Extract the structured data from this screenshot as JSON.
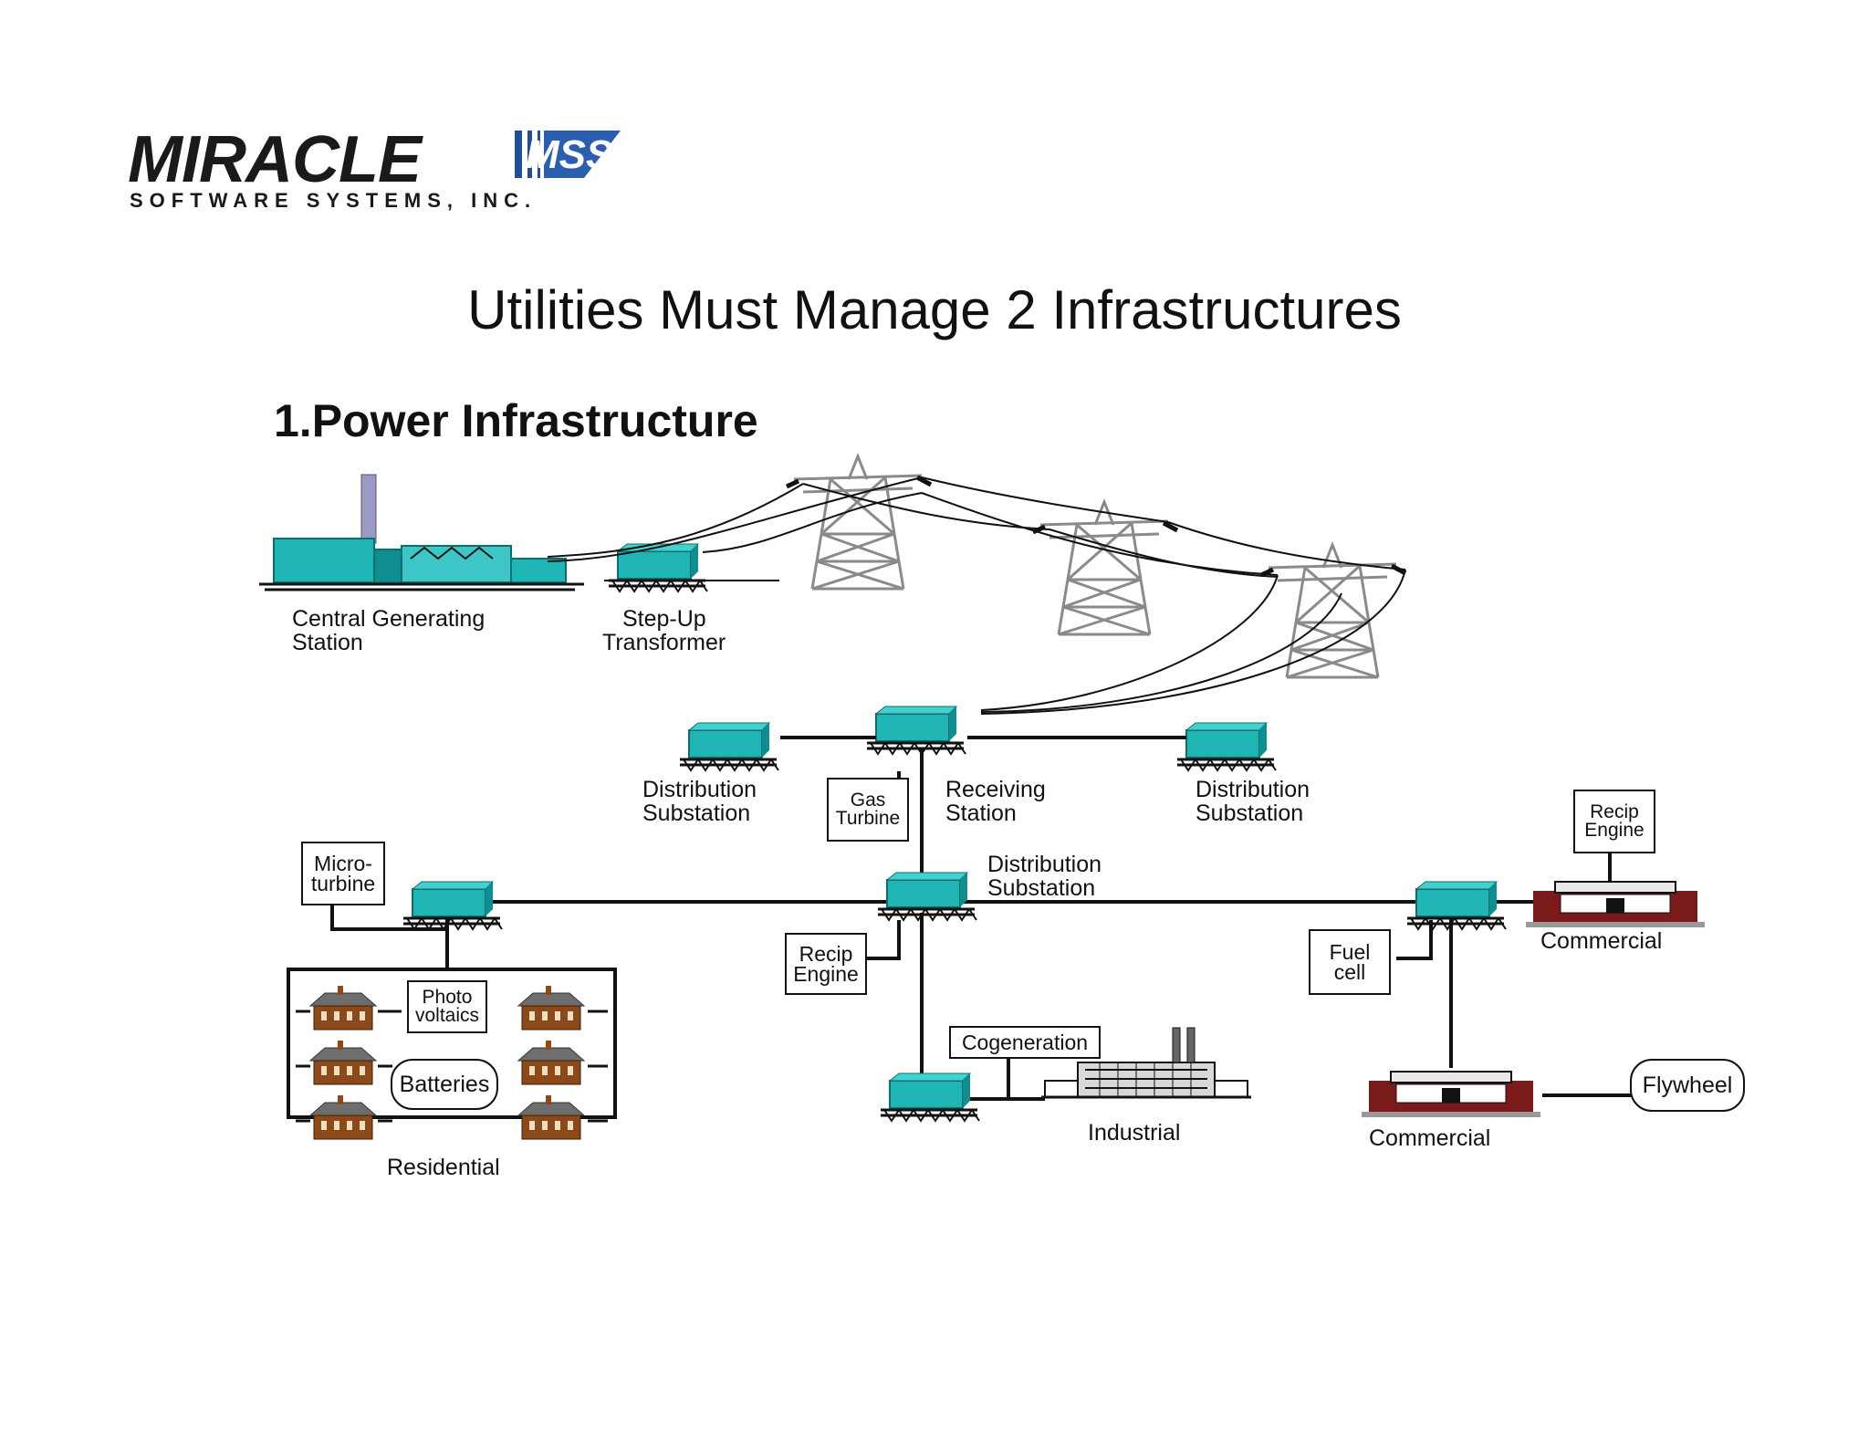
{
  "logo": {
    "word": "MIRACLE",
    "mark": "MSS",
    "tagline": "SOFTWARE SYSTEMS, INC."
  },
  "title": "Utilities Must Manage 2 Infrastructures",
  "section_title": "1.Power Infrastructure",
  "labels": {
    "central_generating_station": [
      "Central Generating",
      "Station"
    ],
    "step_up_transformer": [
      "Step-Up",
      "Transformer"
    ],
    "distribution_substation_left": [
      "Distribution",
      "Substation"
    ],
    "gas_turbine": [
      "Gas",
      "Turbine"
    ],
    "receiving_station": [
      "Receiving",
      "Station"
    ],
    "distribution_substation_right": [
      "Distribution",
      "Substation"
    ],
    "recip_engine_top": [
      "Recip",
      "Engine"
    ],
    "micro_turbine": [
      "Micro-",
      "turbine"
    ],
    "distribution_substation_center": [
      "Distribution",
      "Substation"
    ],
    "commercial_right": "Commercial",
    "recip_engine_center": [
      "Recip",
      "Engine"
    ],
    "fuel_cell": [
      "Fuel",
      "cell"
    ],
    "photo_voltaics": [
      "Photo",
      "voltaics"
    ],
    "batteries": "Batteries",
    "cogeneration": "Cogeneration",
    "industrial": "Industrial",
    "commercial_bottom": "Commercial",
    "flywheel": "Flywheel",
    "residential": "Residential"
  },
  "colors": {
    "equipment": "#1fb5b5",
    "equipment_dark": "#0b6f6f",
    "tower": "#8a8a8a",
    "house": "#8b4a1a",
    "commercial": "#7a1a1a"
  }
}
